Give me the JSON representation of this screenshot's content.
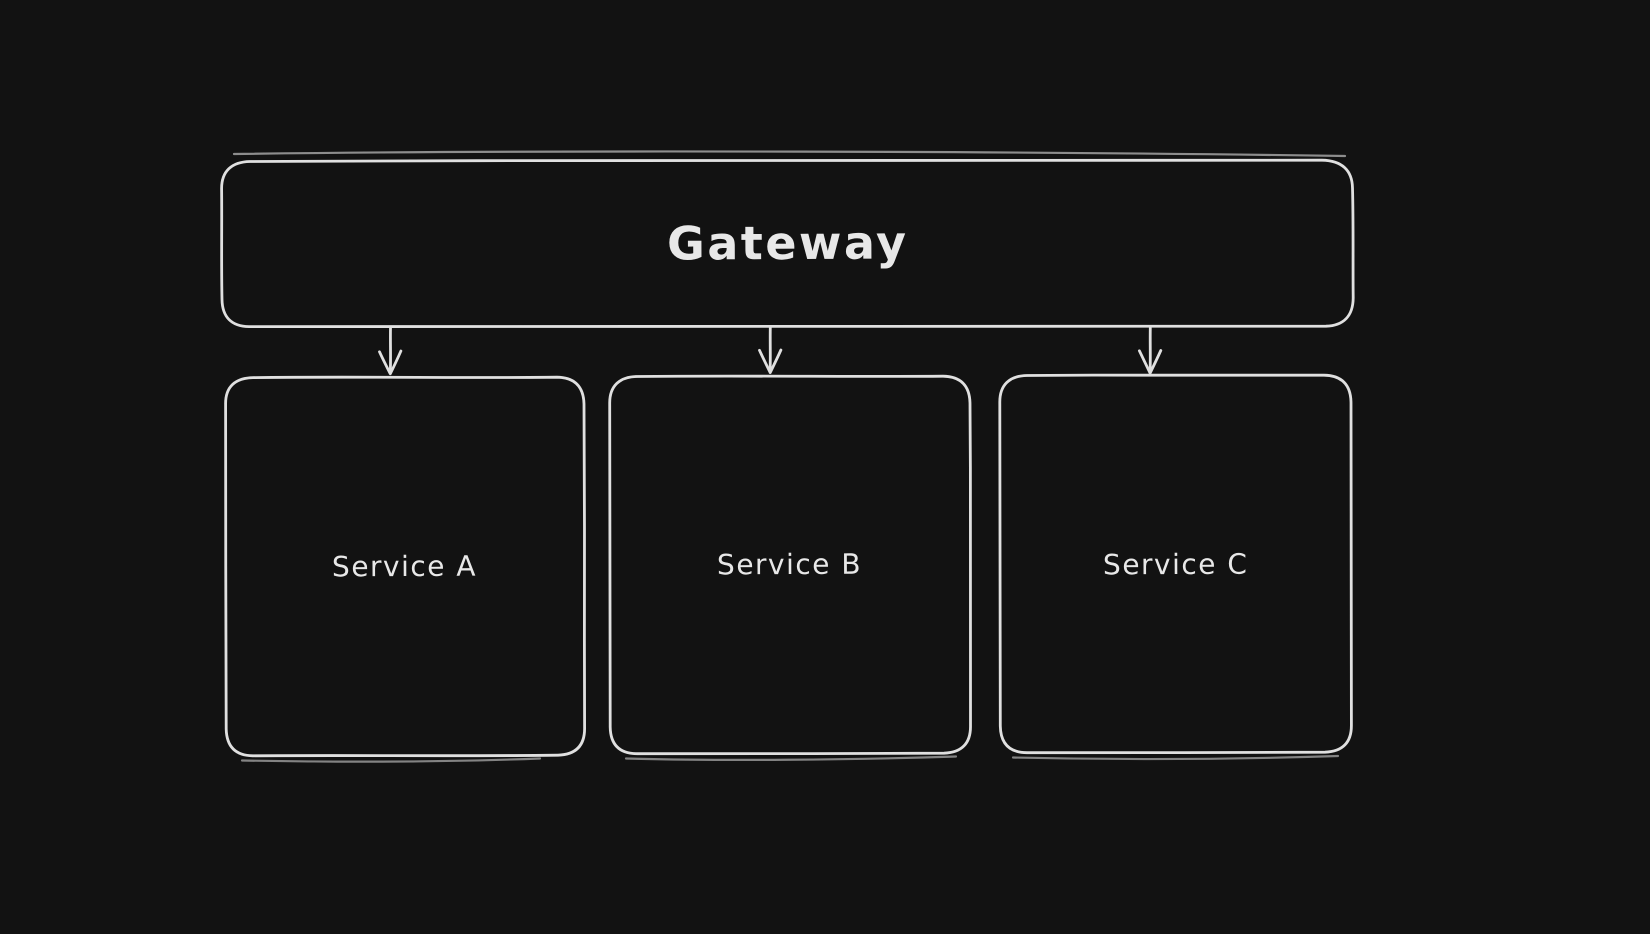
{
  "canvas": {
    "background_color": "#121212",
    "stroke_color": "#e0e0e0",
    "text_color": "#e8e8e8"
  },
  "diagram": {
    "type": "flowchart",
    "nodes": [
      {
        "id": "gateway",
        "label": "Gateway",
        "shape": "rounded-rectangle"
      },
      {
        "id": "service-a",
        "label": "Service A",
        "shape": "rounded-rectangle"
      },
      {
        "id": "service-b",
        "label": "Service B",
        "shape": "rounded-rectangle"
      },
      {
        "id": "service-c",
        "label": "Service C",
        "shape": "rounded-rectangle"
      }
    ],
    "edges": [
      {
        "from": "Gateway",
        "to": "Service A",
        "style": "arrow-down"
      },
      {
        "from": "Gateway",
        "to": "Service B",
        "style": "arrow-down"
      },
      {
        "from": "Gateway",
        "to": "Service C",
        "style": "arrow-down"
      }
    ]
  }
}
